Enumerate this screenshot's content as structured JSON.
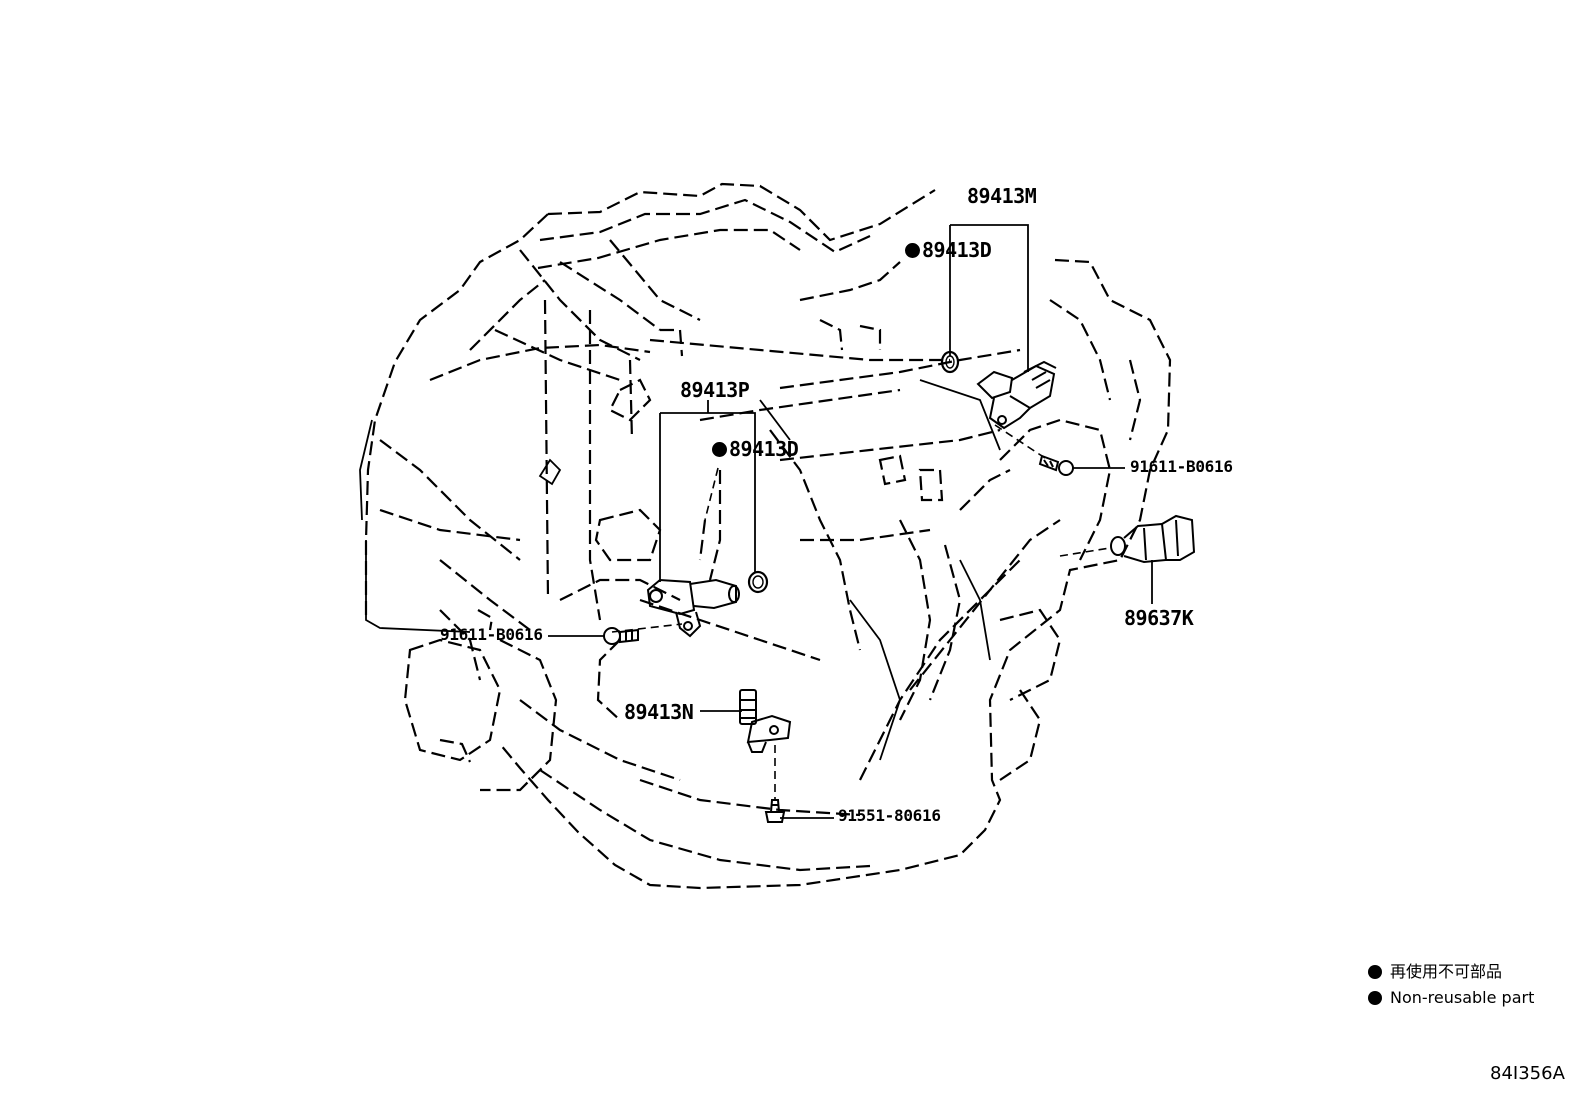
{
  "callouts": {
    "sensor_m": "89413M",
    "gasket_d_upper": "89413D",
    "sensor_p": "89413P",
    "gasket_d_lower": "89413D",
    "bolt_right": "91611-B0616",
    "bolt_left": "91611-B0616",
    "switch_k": "89637K",
    "sensor_n": "89413N",
    "bolt_bottom": "91551-80616"
  },
  "legend": {
    "japanese": "再使用不可部品",
    "english": "Non-reusable part"
  },
  "figure_id": "84I356A",
  "marker_color": "#000000"
}
